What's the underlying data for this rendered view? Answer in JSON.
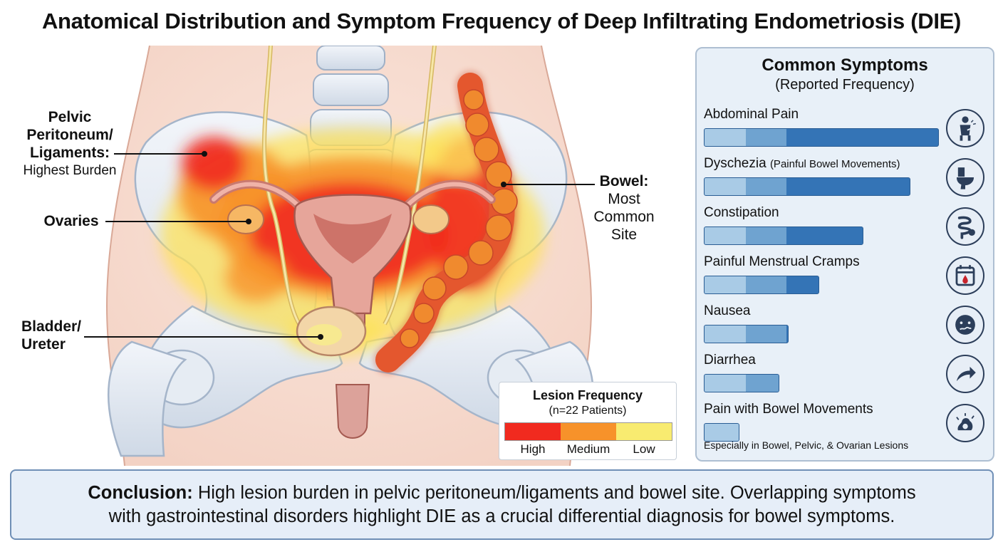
{
  "title": "Anatomical Distribution and Symptom Frequency of Deep Infiltrating Endometriosis (DIE)",
  "anatomy_labels": {
    "peritoneum": {
      "line1": "Pelvic",
      "line2": "Peritoneum/",
      "line3": "Ligaments:",
      "detail": "Highest Burden"
    },
    "ovaries": {
      "name": "Ovaries"
    },
    "bladder": {
      "line1": "Bladder/",
      "line2": "Ureter"
    },
    "bowel": {
      "name": "Bowel:",
      "detail1": "Most",
      "detail2": "Common",
      "detail3": "Site"
    }
  },
  "legend": {
    "title": "Lesion Frequency",
    "subtitle": "(n=22 Patients)",
    "levels": [
      {
        "label": "High",
        "color": "#f12a1f"
      },
      {
        "label": "Medium",
        "color": "#f7922a"
      },
      {
        "label": "Low",
        "color": "#f8eb70"
      }
    ]
  },
  "symptoms_panel": {
    "title": "Common Symptoms",
    "subtitle": "(Reported Frequency)",
    "items": [
      {
        "label": "Abdominal Pain",
        "sub": "",
        "level": 1.0,
        "icon": "abdominal-pain-icon"
      },
      {
        "label": "Dyschezia",
        "sub": "(Painful Bowel Movements)",
        "level": 0.88,
        "icon": "toilet-icon"
      },
      {
        "label": "Constipation",
        "sub": "",
        "level": 0.68,
        "icon": "intestine-icon"
      },
      {
        "label": "Painful Menstrual Cramps",
        "sub": "",
        "level": 0.49,
        "icon": "calendar-drop-icon"
      },
      {
        "label": "Nausea",
        "sub": "",
        "level": 0.36,
        "icon": "nauseous-face-icon"
      },
      {
        "label": "Diarrhea",
        "sub": "",
        "level": 0.32,
        "icon": "arrow-icon"
      },
      {
        "label": "Pain with Bowel Movements",
        "sub": "",
        "level": 0.15,
        "icon": "bowel-pain-icon"
      }
    ],
    "note": "Especially in Bowel, Pelvic, & Ovarian Lesions"
  },
  "conclusion": {
    "label": "Conclusion:",
    "line1": "High lesion burden in pelvic peritoneum/ligaments and bowel site. Overlapping symptoms",
    "line2": "with gastrointestinal disorders highlight DIE as a crucial differential diagnosis for bowel symptoms."
  },
  "colors": {
    "bar_dark": "#3474b6",
    "bar_mid": "#6fa3d0",
    "bar_light": "#a9cbe6",
    "panel_bg": "#e8f0f8",
    "high": "#f12a1f",
    "medium": "#f7922a",
    "low": "#f8eb70"
  }
}
